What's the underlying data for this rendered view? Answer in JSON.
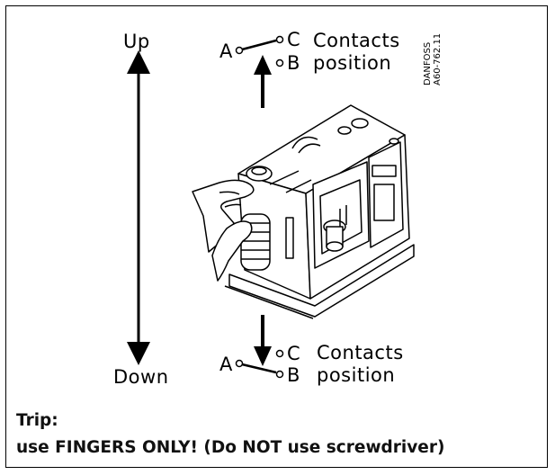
{
  "labels": {
    "up": "Up",
    "down": "Down",
    "top_contacts_line1": "Contacts",
    "top_contacts_line2": "position",
    "bottom_contacts_line1": "Contacts",
    "bottom_contacts_line2": "position",
    "terminal_a": "A",
    "terminal_b": "B",
    "terminal_c": "C",
    "drawing_code_line1": "DANFOSS",
    "drawing_code_line2": "A60-762.11"
  },
  "caption": {
    "title": "Trip:",
    "instruction": "use FINGERS ONLY! (Do NOT use screwdriver)"
  }
}
